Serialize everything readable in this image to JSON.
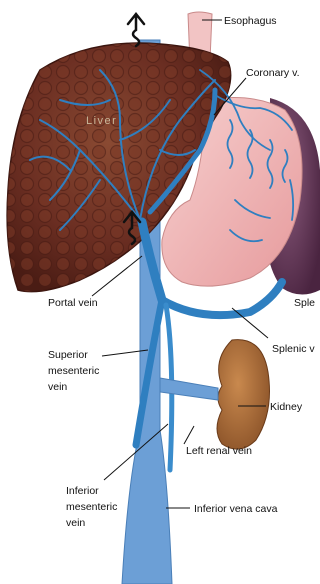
{
  "labels": {
    "liver": "Liver",
    "esophagus": "Esophagus",
    "coronary_vein": "Coronary v.",
    "spleen": "Sple",
    "portal_vein": "Portal vein",
    "splenic_vein": "Splenic v",
    "superior_mesenteric_vein": [
      "Superior",
      "mesenteric",
      "vein"
    ],
    "kidney": "Kidney",
    "left_renal_vein": "Left renal vein",
    "inferior_mesenteric_vein": [
      "Inferior",
      "mesenteric",
      "vein"
    ],
    "inferior_vena_cava": "Inferior  vena cava"
  },
  "colors": {
    "vein_blue": "#2f7fc0",
    "vena_cava": "#6c9fd6",
    "liver": "#6b2e22",
    "stomach": "#f0b8b8",
    "spleen": "#6a3c5e",
    "kidney": "#a86a3a",
    "esophagus": "#f2c4c4"
  }
}
